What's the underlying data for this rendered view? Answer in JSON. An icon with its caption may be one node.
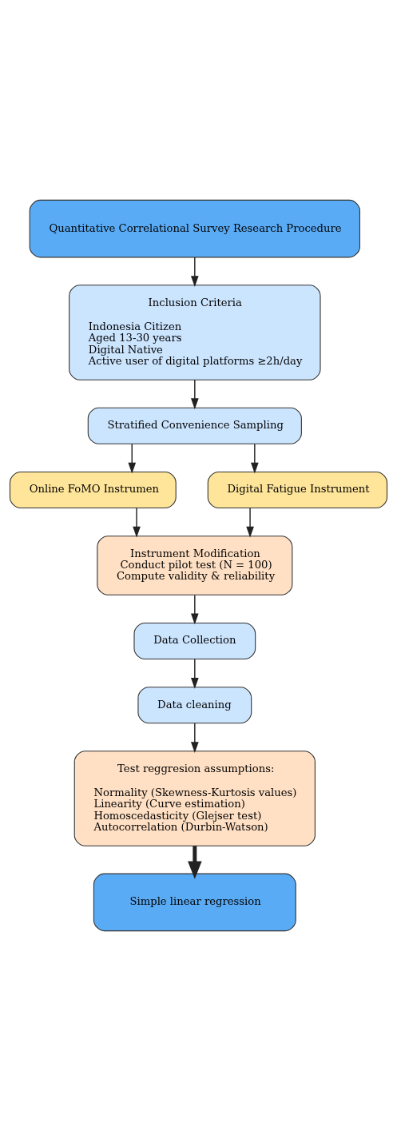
{
  "diagram": {
    "nodes": [
      {
        "text": [
          "Quantitative Correlational Survey Research Procedure"
        ]
      },
      {
        "text": [
          "Inclusion Criteria",
          "Indonesia Citizen",
          "Aged 13-30 years",
          "Digital Native",
          "Active user of digital platforms ≥2h/day"
        ]
      },
      {
        "text": [
          "Stratified Convenience Sampling"
        ]
      },
      {
        "text": [
          "Online FoMO Instrumen"
        ]
      },
      {
        "text": [
          "Digital Fatigue Instrument"
        ]
      },
      {
        "text": [
          "Instrument Modification",
          "Conduct pilot test (N = 100)",
          "Compute validity & reliability"
        ]
      },
      {
        "text": [
          "Data Collection"
        ]
      },
      {
        "text": [
          "Data cleaning"
        ]
      },
      {
        "text": [
          "Test reggresion assumptions:",
          "Normality (Skewness-Kurtosis values)",
          "Linearity (Curve estimation)",
          "Homoscedasticity (Glejser test)",
          "Autocorrelation (Durbin-Watson)"
        ]
      },
      {
        "text": [
          "Simple linear regression"
        ]
      }
    ],
    "edges": [
      {
        "from": 0,
        "to": 1,
        "arrow": "to"
      },
      {
        "from": 1,
        "to": 2,
        "arrow": "to"
      },
      {
        "from": 2,
        "to": 3,
        "arrow": "to"
      },
      {
        "from": 2,
        "to": 4,
        "arrow": "to"
      },
      {
        "from": 3,
        "to": 5,
        "arrow": "to"
      },
      {
        "from": 4,
        "to": 5,
        "arrow": "to"
      },
      {
        "from": 5,
        "to": 6,
        "arrow": "to"
      },
      {
        "from": 6,
        "to": 7,
        "arrow": "to"
      },
      {
        "from": 7,
        "to": 8,
        "arrow": "to"
      },
      {
        "from": 8,
        "to": 9,
        "arrow": "to",
        "style": "thick"
      }
    ]
  }
}
